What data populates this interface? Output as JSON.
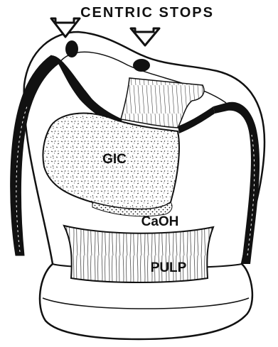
{
  "figure": {
    "title": "CENTRIC STOPS",
    "labels": {
      "gic": "GIC",
      "caoh": "CaOH",
      "pulp": "PULP"
    },
    "colors": {
      "ink": "#111111",
      "paper": "#ffffff"
    }
  }
}
